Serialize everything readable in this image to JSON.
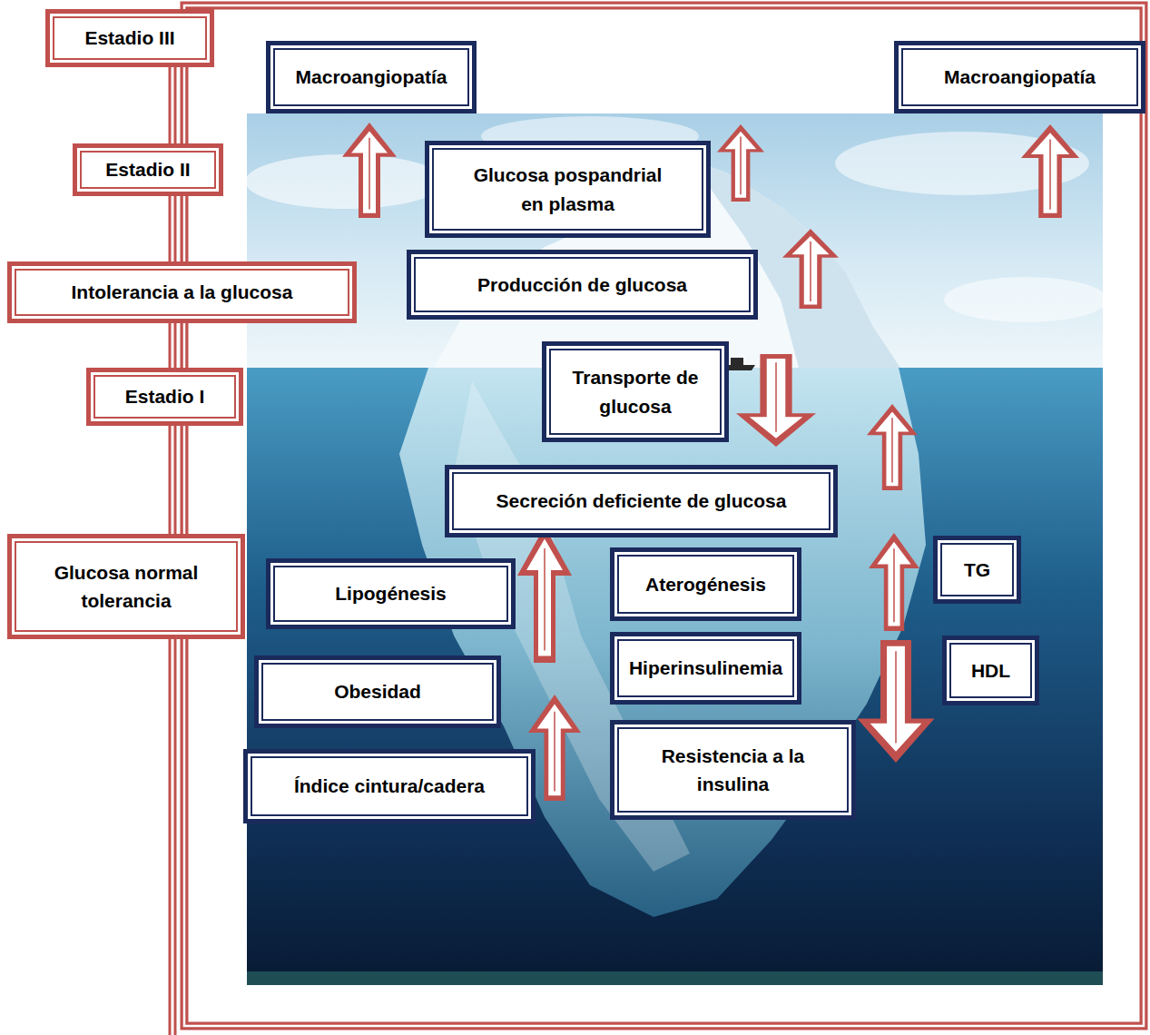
{
  "diagram": {
    "nodes": [
      {
        "text": [
          "Estadio III"
        ]
      },
      {
        "text": [
          "Estadio II"
        ]
      },
      {
        "text": [
          "Intolerancia a la glucosa"
        ]
      },
      {
        "text": [
          "Estadio I"
        ]
      },
      {
        "text": [
          "Glucosa normal tolerancia"
        ]
      },
      {
        "text": [
          "Macroangiopatía"
        ]
      },
      {
        "text": [
          "Macroangiopatía"
        ]
      },
      {
        "text": [
          "Glucosa pospandrial en plasma"
        ]
      },
      {
        "text": [
          "Producción de glucosa"
        ]
      },
      {
        "text": [
          "Transporte de glucosa"
        ]
      },
      {
        "text": [
          "Secreción deficiente de glucosa"
        ]
      },
      {
        "text": [
          "Lipogénesis"
        ]
      },
      {
        "text": [
          "Aterogénesis"
        ]
      },
      {
        "text": [
          "TG"
        ]
      },
      {
        "text": [
          "Obesidad"
        ]
      },
      {
        "text": [
          "Hiperinsulinemia"
        ]
      },
      {
        "text": [
          "HDL"
        ]
      },
      {
        "text": [
          "Índice cintura/cadera"
        ]
      },
      {
        "text": [
          "Resistencia a la insulina"
        ]
      }
    ],
    "edges": [
      {
        "from": 0,
        "to": 1,
        "arrow": "none"
      },
      {
        "from": 1,
        "to": 2,
        "arrow": "none"
      },
      {
        "from": 2,
        "to": 3,
        "arrow": "none"
      },
      {
        "from": 3,
        "to": 4,
        "arrow": "none"
      }
    ]
  }
}
